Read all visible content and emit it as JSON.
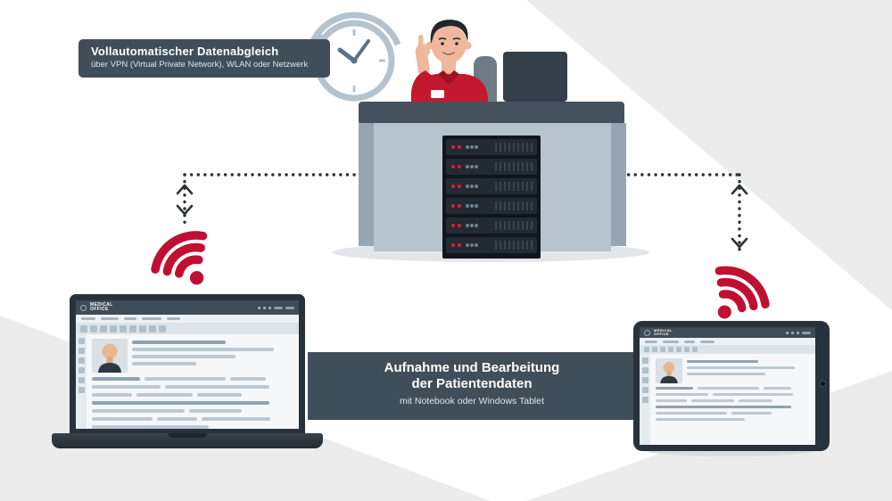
{
  "top_banner": {
    "title": "Vollautomatischer Datenabgleich",
    "subtitle": "über VPN (Virtual Private Network), WLAN oder Netzwerk"
  },
  "center_banner": {
    "title_line1": "Aufnahme und Bearbeitung",
    "title_line2": "der Patientendaten",
    "subtitle": "mit Notebook oder Windows Tablet"
  },
  "app": {
    "brand_line1": "MEDICAL",
    "brand_line2": "OFFICE"
  },
  "colors": {
    "banner_slate": "#404e59",
    "accent_red": "#c01031",
    "shirt_red": "#c4182f",
    "background_shade": "#ececec",
    "connector_dark": "#2a3238",
    "desk_front": "#b8c4cd"
  }
}
